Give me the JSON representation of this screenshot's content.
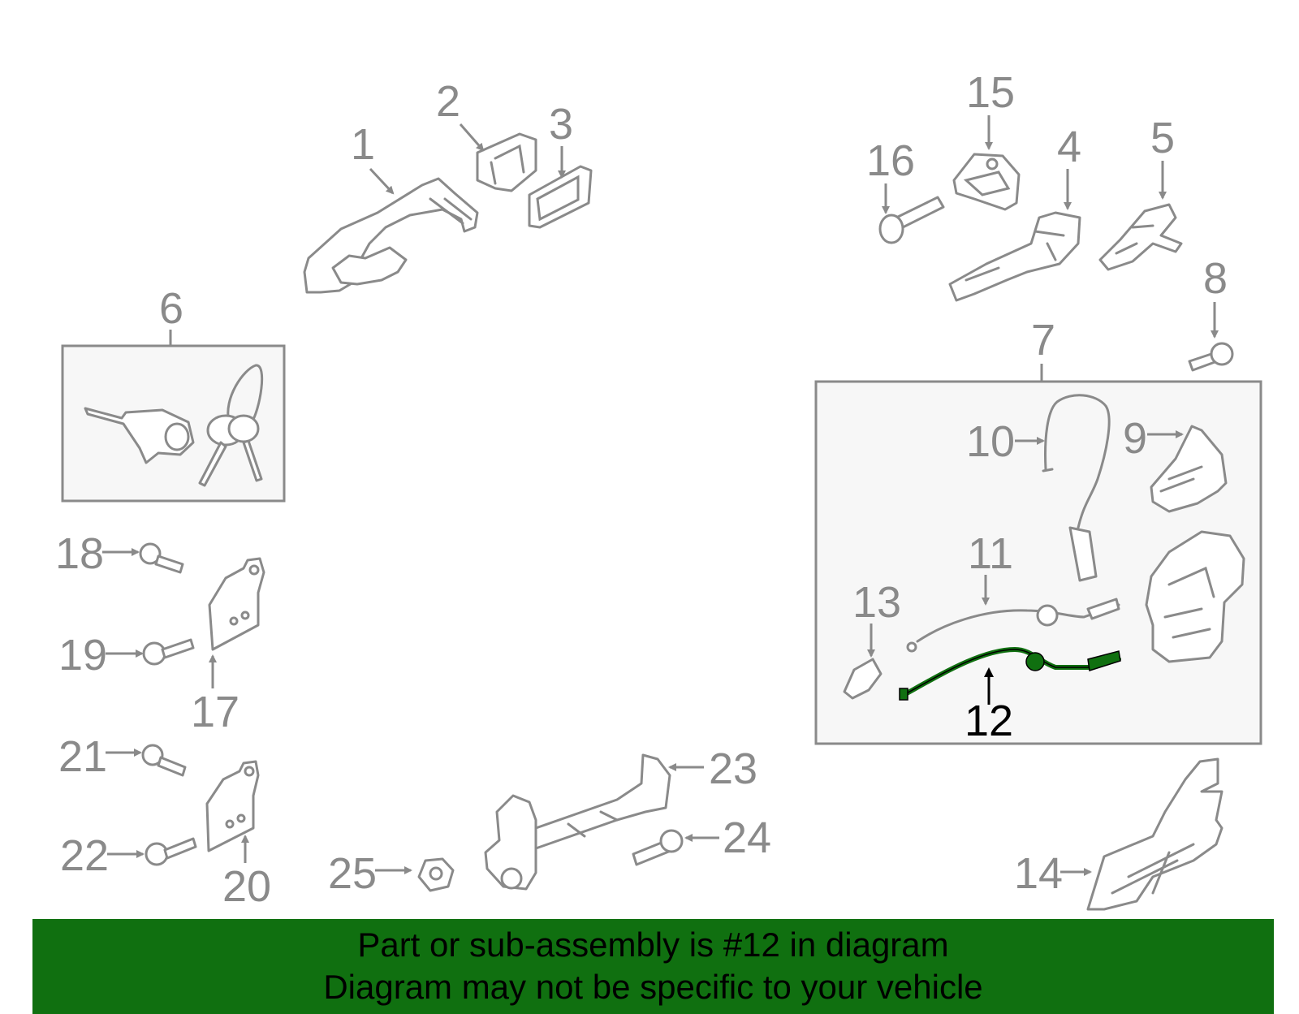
{
  "colors": {
    "line": "#8a8a8a",
    "highlight": "#107010",
    "banner_bg": "#107010",
    "label_highlight": "#000000"
  },
  "callouts": {
    "c1": "1",
    "c2": "2",
    "c3": "3",
    "c4": "4",
    "c5": "5",
    "c6": "6",
    "c7": "7",
    "c8": "8",
    "c9": "9",
    "c10": "10",
    "c11": "11",
    "c12": "12",
    "c13": "13",
    "c14": "14",
    "c15": "15",
    "c16": "16",
    "c17": "17",
    "c18": "18",
    "c19": "19",
    "c20": "20",
    "c21": "21",
    "c22": "22",
    "c23": "23",
    "c24": "24",
    "c25": "25"
  },
  "highlighted_part": "12",
  "banner": {
    "line1": "Part or sub-assembly is #12 in diagram",
    "line2": "Diagram may not be specific to your vehicle"
  }
}
